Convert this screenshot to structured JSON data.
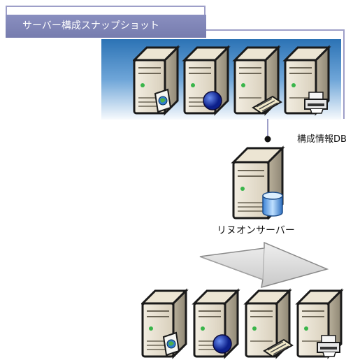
{
  "snapshot": {
    "title": "サーバー構成スナップショット"
  },
  "db": {
    "label": "構成情報DB"
  },
  "repository": {
    "label": "リヌオンサーバー"
  },
  "servers": [
    {
      "badge": "globe-icon"
    },
    {
      "badge": "disc-icon"
    },
    {
      "badge": "keyboard-icon"
    },
    {
      "badge": "printer-icon"
    }
  ],
  "colors": {
    "label_bg": "#7c82b4",
    "panel_top": "#2c73b5",
    "panel_bottom": "#f7fafd",
    "outline": "#9e9fc8"
  }
}
